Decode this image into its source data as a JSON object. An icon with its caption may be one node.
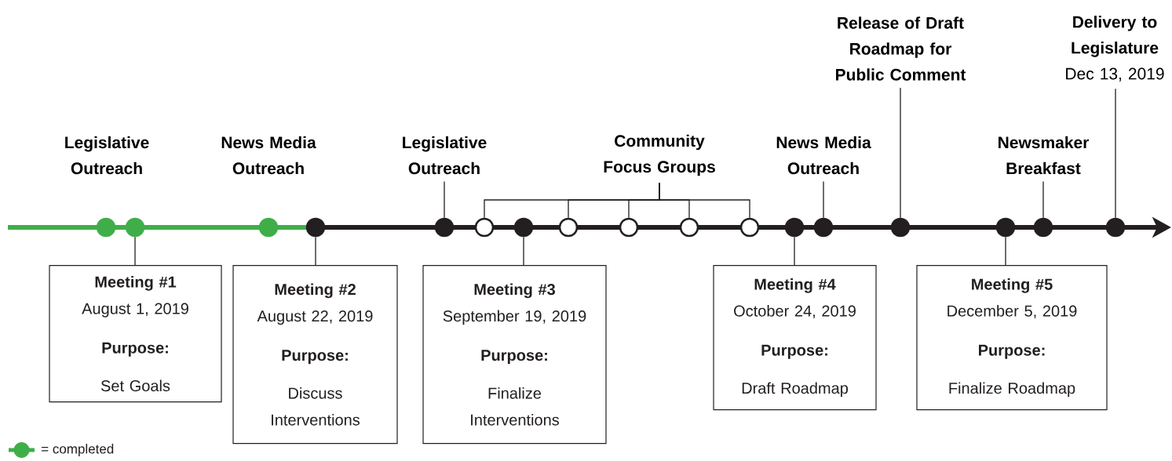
{
  "diagram": {
    "nodes": [
      {
        "text": [
          "Legislative Outreach"
        ]
      },
      {
        "text": [
          "Community Focus Groups"
        ]
      },
      {
        "text": [
          "News Media Outreach"
        ]
      },
      {
        "text": [
          "Release of Draft Roadmap for Public Comment"
        ]
      },
      {
        "text": [
          "Newsmaker Breakfast"
        ]
      },
      {
        "text": [
          "Delivery to Legislature",
          "Dec 13, 2019"
        ]
      },
      {
        "text": [],
        "shape": "circle"
      },
      {
        "text": [],
        "shape": "circle"
      },
      {
        "text": [],
        "shape": "circle"
      },
      {
        "text": [],
        "shape": "circle"
      },
      {
        "text": [],
        "shape": "circle"
      },
      {
        "text": [],
        "shape": "circle"
      },
      {
        "text": [],
        "shape": "circle"
      },
      {
        "text": [],
        "shape": "circle"
      },
      {
        "text": [],
        "shape": "circle"
      },
      {
        "text": [],
        "shape": "circle"
      },
      {
        "text": [],
        "shape": "circle"
      },
      {
        "text": [],
        "shape": "circle"
      },
      {
        "text": [],
        "shape": "circle"
      },
      {
        "text": [],
        "shape": "circle"
      },
      {
        "text": [],
        "shape": "circle"
      },
      {
        "text": [],
        "shape": "circle"
      },
      {
        "text": [],
        "shape": "circle"
      },
      {
        "text": [
          "Meeting #1",
          "August 1, 2019",
          "Purpose:",
          "Set Goals"
        ]
      },
      {
        "text": [
          "Meeting #2",
          "August 22, 2019",
          "Purpose:",
          "Discuss Interventions"
        ]
      },
      {
        "text": [
          "Meeting #3",
          "September 19, 2019",
          "Purpose:",
          "Finalize Interventions"
        ]
      },
      {
        "text": [
          "Meeting #4",
          "October 24, 2019",
          "Purpose:",
          "Draft Roadmap"
        ]
      },
      {
        "text": [
          "Meeting #5",
          "December 5, 2019",
          "Purpose:",
          "Finalize Roadmap"
        ]
      }
    ],
    "edges": [
      {
        "from": 0,
        "to": 10,
        "arrow": "none"
      },
      {
        "from": 1,
        "to": 11,
        "arrow": "none"
      },
      {
        "from": 1,
        "to": 13,
        "arrow": "none"
      },
      {
        "from": 1,
        "to": 14,
        "arrow": "none"
      },
      {
        "from": 1,
        "to": 15,
        "arrow": "none"
      },
      {
        "from": 1,
        "to": 16,
        "arrow": "none"
      },
      {
        "from": 2,
        "to": 18,
        "arrow": "none"
      },
      {
        "from": 3,
        "to": 19,
        "arrow": "none"
      },
      {
        "from": 4,
        "to": 21,
        "arrow": "none"
      },
      {
        "from": 5,
        "to": 22,
        "arrow": "none"
      },
      {
        "from": 7,
        "to": 23,
        "arrow": "none"
      },
      {
        "from": 9,
        "to": 24,
        "arrow": "none"
      },
      {
        "from": 12,
        "to": 25,
        "arrow": "none"
      },
      {
        "from": 17,
        "to": 26,
        "arrow": "none"
      },
      {
        "from": 20,
        "to": 27,
        "arrow": "none"
      }
    ],
    "labels": [
      "Legislative Outreach",
      "News Media Outreach"
    ],
    "legend": [
      {
        "text": "= completed"
      }
    ]
  }
}
